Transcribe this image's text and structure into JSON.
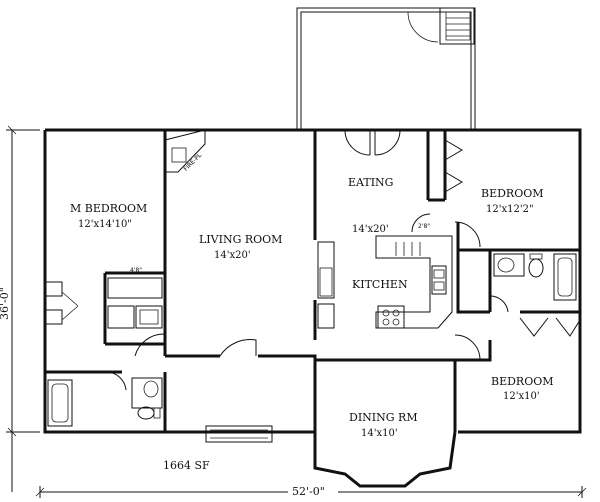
{
  "rooms": {
    "master_bedroom": {
      "name": "M BEDROOM",
      "size": "12'x14'10\""
    },
    "living_room": {
      "name": "LIVING ROOM",
      "size": "14'x20'"
    },
    "eating": {
      "name": "EATING"
    },
    "kitchen": {
      "name": "KITCHEN",
      "size": "14'x20'"
    },
    "bedroom_2": {
      "name": "BEDROOM",
      "size": "12'x12'2\""
    },
    "bedroom_3": {
      "name": "BEDROOM",
      "size": "12'x10'"
    },
    "dining_room": {
      "name": "DINING RM",
      "size": "14'x10'"
    }
  },
  "annotations": {
    "fireplace": "FIRE-PL",
    "master_closet_width": "4'8\"",
    "pantry_width": "2'8\""
  },
  "dimensions": {
    "height": "36'-0\"",
    "width": "52'-0\""
  },
  "area": "1664 SF"
}
